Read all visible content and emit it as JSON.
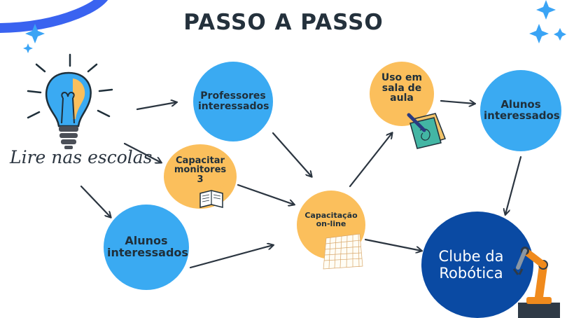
{
  "title": "PASSO A PASSO",
  "start_label": "Lire nas escolas",
  "nodes": {
    "professores": "Professores interessados",
    "capacitar": "Capacitar monitores 3",
    "alunos_left": "Alunos interessados",
    "capacitacao": "Capacitação on-line",
    "uso": "Uso em sala de aula",
    "alunos_right": "Alunos interessados",
    "clube": "Clube da Robótica"
  },
  "colors": {
    "blue": "#3aaaf2",
    "orange": "#fbbf5c",
    "dark_blue": "#0a4aa3",
    "text": "#1f2f3a"
  },
  "icons": [
    "lightbulb-icon",
    "book-icon",
    "grid-paper-icon",
    "art-supplies-icon",
    "robot-arm-icon",
    "sparkle-icon"
  ]
}
